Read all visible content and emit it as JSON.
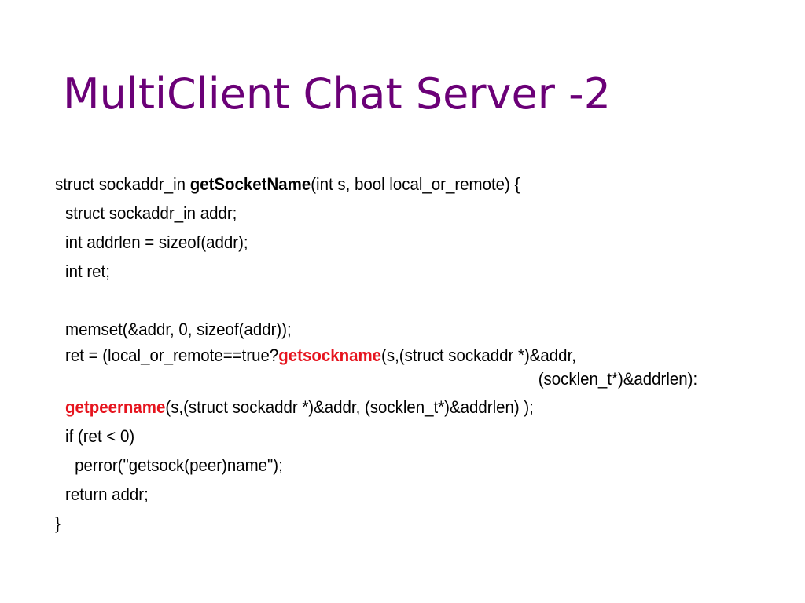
{
  "slide": {
    "title": "MultiClient Chat Server -2",
    "colors": {
      "title": "#6b0077",
      "highlight": "#e6141e",
      "text": "#000000",
      "background": "#ffffff"
    },
    "code": {
      "line1": {
        "pre": "struct sockaddr_in ",
        "fn": "getSocketName",
        "post": "(int s, bool local_or_remote) {"
      },
      "line2": "struct sockaddr_in addr;",
      "line3": "int addrlen = sizeof(addr);",
      "line4": "int ret;",
      "line5": "memset(&addr, 0, sizeof(addr));",
      "line6": {
        "pre": "ret = (local_or_remote==true?",
        "fn": "getsockname",
        "post": "(s,(struct sockaddr *)&addr,",
        "cont": "(socklen_t*)&addrlen):"
      },
      "line7": {
        "fn": "getpeername",
        "post": "(s,(struct sockaddr *)&addr, (socklen_t*)&addrlen) );"
      },
      "line8": "if (ret < 0)",
      "line9": "perror(\"getsock(peer)name\");",
      "line10": "return addr;",
      "line11": "}"
    }
  }
}
